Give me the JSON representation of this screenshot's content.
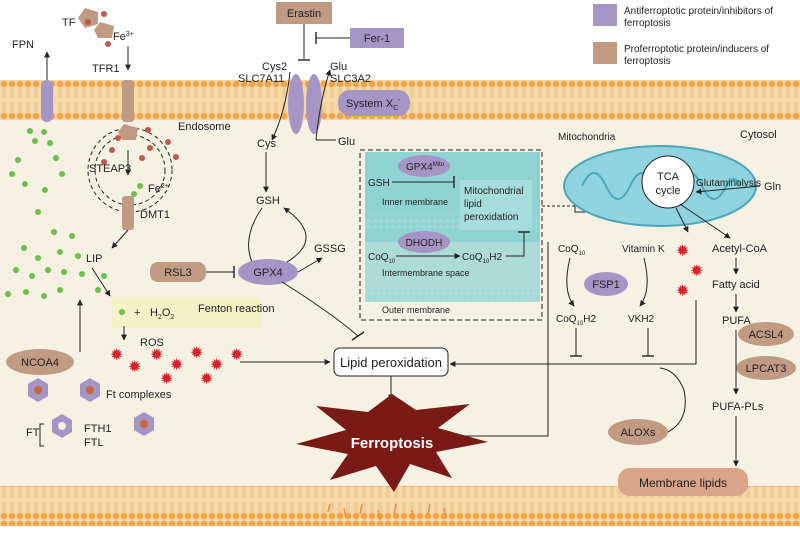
{
  "legend": {
    "items": [
      {
        "label_line1": "Antiferroptotic protein/inhibitors of",
        "label_line2": "ferroptosis",
        "color": "#a595c4"
      },
      {
        "label_line1": "Proferroptotic protein/inducers of",
        "label_line2": "ferroptosis",
        "color": "#c09a83"
      }
    ]
  },
  "colors": {
    "membrane_head": "#f2a24a",
    "membrane_band": "#f6d9a8",
    "cytosol": "#f5f1e3",
    "anti": "#a595c4",
    "pro": "#c09a83",
    "iron_fe3": "#c0574d",
    "iron_fe2": "#6cc04a",
    "ros": "#d7232b",
    "ferroptosis_star": "#7a1a16",
    "mito_fill": "#8fd3df",
    "inner_box": "#8fd3d3"
  },
  "labels": {
    "tf": "TF",
    "fe3_base": "Fe",
    "fe3_sup": "3+",
    "fpn": "FPN",
    "tfr1": "TFR1",
    "endosome": "Endosome",
    "steap3": "STEAP3",
    "fe2_base": "Fe",
    "fe2_sup": "2+",
    "dmt1": "DMT1",
    "lip": "LIP",
    "erastin": "Erastin",
    "fer1": "Fer-1",
    "cys2": "Cys2",
    "glu_top": "Glu",
    "slc7a11": "SLC7A11",
    "slc3a2": "SLC3A2",
    "system_xc_base": "System X",
    "system_xc_sub": "C",
    "system_xc_sup": "-",
    "cys": "Cys",
    "glu_bottom": "Glu",
    "gsh_left": "GSH",
    "gpx4": "GPX4",
    "gssg": "GSSG",
    "rsl3": "RSL3",
    "fenton_h2o2_plus": "+",
    "fenton_h2o2": "H",
    "fenton_h2o2_sub": "2",
    "fenton_h2o2_o": "O",
    "fenton_h2o2_sub2": "2",
    "fenton_reaction": "Fenton reaction",
    "ros": "ROS",
    "ncoa4": "NCOA4",
    "ft_complexes": "Ft complexes",
    "ft": "FT",
    "fth1": "FTH1",
    "ftl": "FTL",
    "lipid_peroxidation": "Lipid peroxidation",
    "ferroptosis": "Ferroptosis",
    "mitochondria": "Mitochondria",
    "cytosol": "Cytosol",
    "tca_line1": "TCA",
    "tca_line2": "cycle",
    "glutaminolysis": "Glutaminolysis",
    "gln": "Gln",
    "gpx4_mito_base": "GPX4",
    "gpx4_mito_sup": "Mito",
    "gsh_mito": "GSH",
    "inner_membrane": "Inner membrane",
    "mito_lipid_line1": "Mitochondrial",
    "mito_lipid_line2": "lipid",
    "mito_lipid_line3": "peroxidation",
    "dhodh": "DHODH",
    "coq10_base": "CoQ",
    "coq10_sub": "10",
    "coq10h2_base": "CoQ",
    "coq10h2_sub": "10",
    "coq10h2_tail": "H2",
    "intermembrane": "Intermembrane space",
    "outer_membrane": "Outer membrane",
    "fsp1": "FSP1",
    "vitamin_k": "Vitamin K",
    "vkh2": "VKH2",
    "acetyl_coa": "Acetyl-CoA",
    "fatty_acid": "Fatty acid",
    "pufa": "PUFA",
    "acsl4": "ACSL4",
    "lpcat3": "LPCAT3",
    "pufa_pls": "PUFA-PLs",
    "aloxs": "ALOXs",
    "membrane_lipids": "Membrane lipids"
  }
}
